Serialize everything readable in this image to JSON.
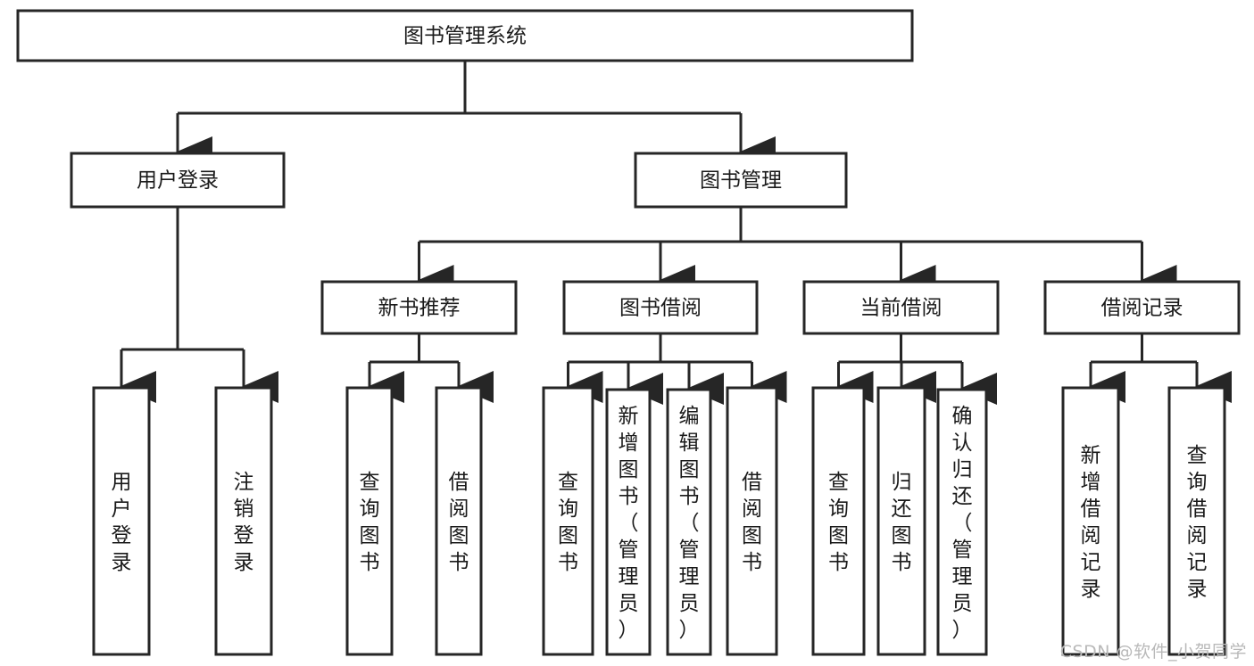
{
  "diagram": {
    "type": "tree",
    "title": "图书管理系统",
    "watermark": "CSDN @软件_小贺同学",
    "colors": {
      "stroke": "#262626",
      "fill": "#ffffff",
      "text": "#1a1a1a",
      "watermark": "#b9b9b9"
    },
    "root": {
      "id": "root",
      "label": "图书管理系统"
    },
    "level2": [
      {
        "id": "user-login",
        "label": "用户登录"
      },
      {
        "id": "book-manage",
        "label": "图书管理"
      }
    ],
    "level3": [
      {
        "id": "new-book-rec",
        "label": "新书推荐",
        "parent": "book-manage"
      },
      {
        "id": "book-borrow",
        "label": "图书借阅",
        "parent": "book-manage"
      },
      {
        "id": "current-borrow",
        "label": "当前借阅",
        "parent": "book-manage"
      },
      {
        "id": "borrow-record",
        "label": "借阅记录",
        "parent": "book-manage"
      }
    ],
    "leaves": [
      {
        "id": "leaf-user-login",
        "label": "用户登录",
        "parent": "user-login"
      },
      {
        "id": "leaf-logout",
        "label": "注销登录",
        "parent": "user-login"
      },
      {
        "id": "leaf-query-book-1",
        "label": "查询图书",
        "parent": "new-book-rec"
      },
      {
        "id": "leaf-borrow-book-1",
        "label": "借阅图书",
        "parent": "new-book-rec"
      },
      {
        "id": "leaf-query-book-2",
        "label": "查询图书",
        "parent": "book-borrow"
      },
      {
        "id": "leaf-add-book",
        "label": "新增图书（管理员）",
        "parent": "book-borrow"
      },
      {
        "id": "leaf-edit-book",
        "label": "编辑图书（管理员）",
        "parent": "book-borrow"
      },
      {
        "id": "leaf-borrow-book-2",
        "label": "借阅图书",
        "parent": "book-borrow"
      },
      {
        "id": "leaf-query-book-3",
        "label": "查询图书",
        "parent": "current-borrow"
      },
      {
        "id": "leaf-return-book",
        "label": "归还图书",
        "parent": "current-borrow"
      },
      {
        "id": "leaf-confirm-return",
        "label": "确认归还（管理员）",
        "parent": "current-borrow"
      },
      {
        "id": "leaf-add-record",
        "label": "新增借阅记录",
        "parent": "borrow-record"
      },
      {
        "id": "leaf-query-record",
        "label": "查询借阅记录",
        "parent": "borrow-record"
      }
    ]
  }
}
